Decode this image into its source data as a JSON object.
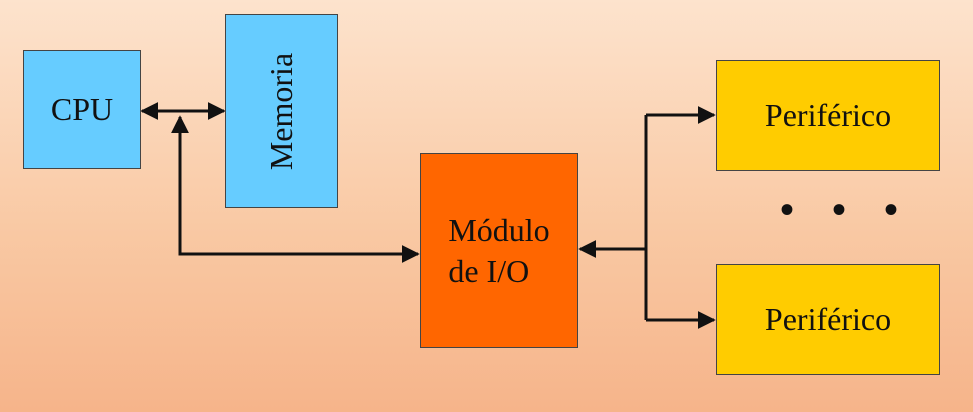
{
  "diagram": {
    "cpu_label": "CPU",
    "memory_label": "Memoria",
    "io_module_line1": "Módulo",
    "io_module_line2": "de I/O",
    "peripheral_1_label": "Periférico",
    "peripheral_2_label": "Periférico",
    "ellipsis": "• • •",
    "colors": {
      "cpu_memory_fill": "#66ccff",
      "io_fill": "#ff6600",
      "peripheral_fill": "#ffcc00"
    }
  }
}
